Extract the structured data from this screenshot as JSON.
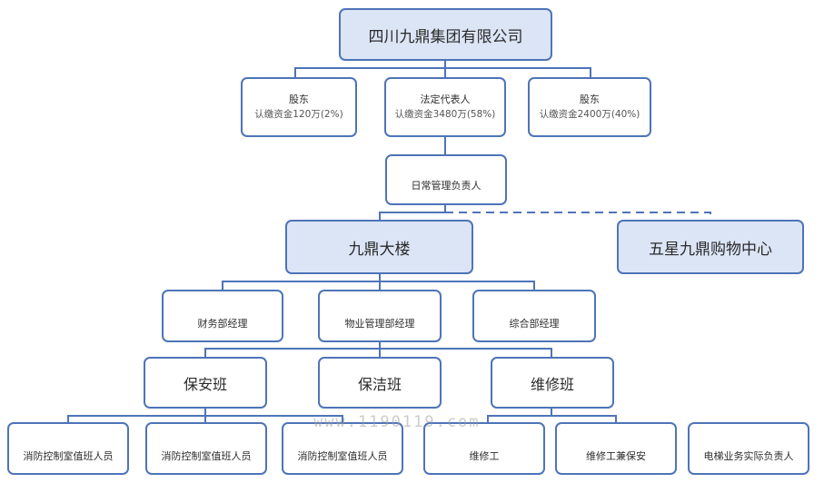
{
  "colors": {
    "border": "#4e74b8",
    "major_fill": "#dbe5f6",
    "line": "#4e74b8"
  },
  "nodes": {
    "group": {
      "label": "四川九鼎集团有限公司"
    },
    "shareholder_1": {
      "role": "股东",
      "capital": "认缴资金120万(2%)"
    },
    "legal_rep": {
      "role": "法定代表人",
      "capital": "认缴资金3480万(58%)"
    },
    "shareholder_2": {
      "role": "股东",
      "capital": "认缴资金2400万(40%)"
    },
    "daily_manager": {
      "role": "日常管理负责人"
    },
    "building": {
      "label": "九鼎大楼"
    },
    "mall": {
      "label": "五星九鼎购物中心"
    },
    "finance_mgr": {
      "role": "财务部经理"
    },
    "property_mgr": {
      "role": "物业管理部经理"
    },
    "general_mgr": {
      "role": "综合部经理"
    },
    "security_team": {
      "label": "保安班"
    },
    "cleaning_team": {
      "label": "保洁班"
    },
    "repair_team": {
      "label": "维修班"
    },
    "fire_duty_1": {
      "role": "消防控制室值班人员"
    },
    "fire_duty_2": {
      "role": "消防控制室值班人员"
    },
    "fire_duty_3": {
      "role": "消防控制室值班人员"
    },
    "repair_worker": {
      "role": "维修工"
    },
    "repair_security": {
      "role": "维修工兼保安"
    },
    "elevator_head": {
      "role": "电梯业务实际负责人"
    }
  },
  "watermark": "www.1190119.com"
}
